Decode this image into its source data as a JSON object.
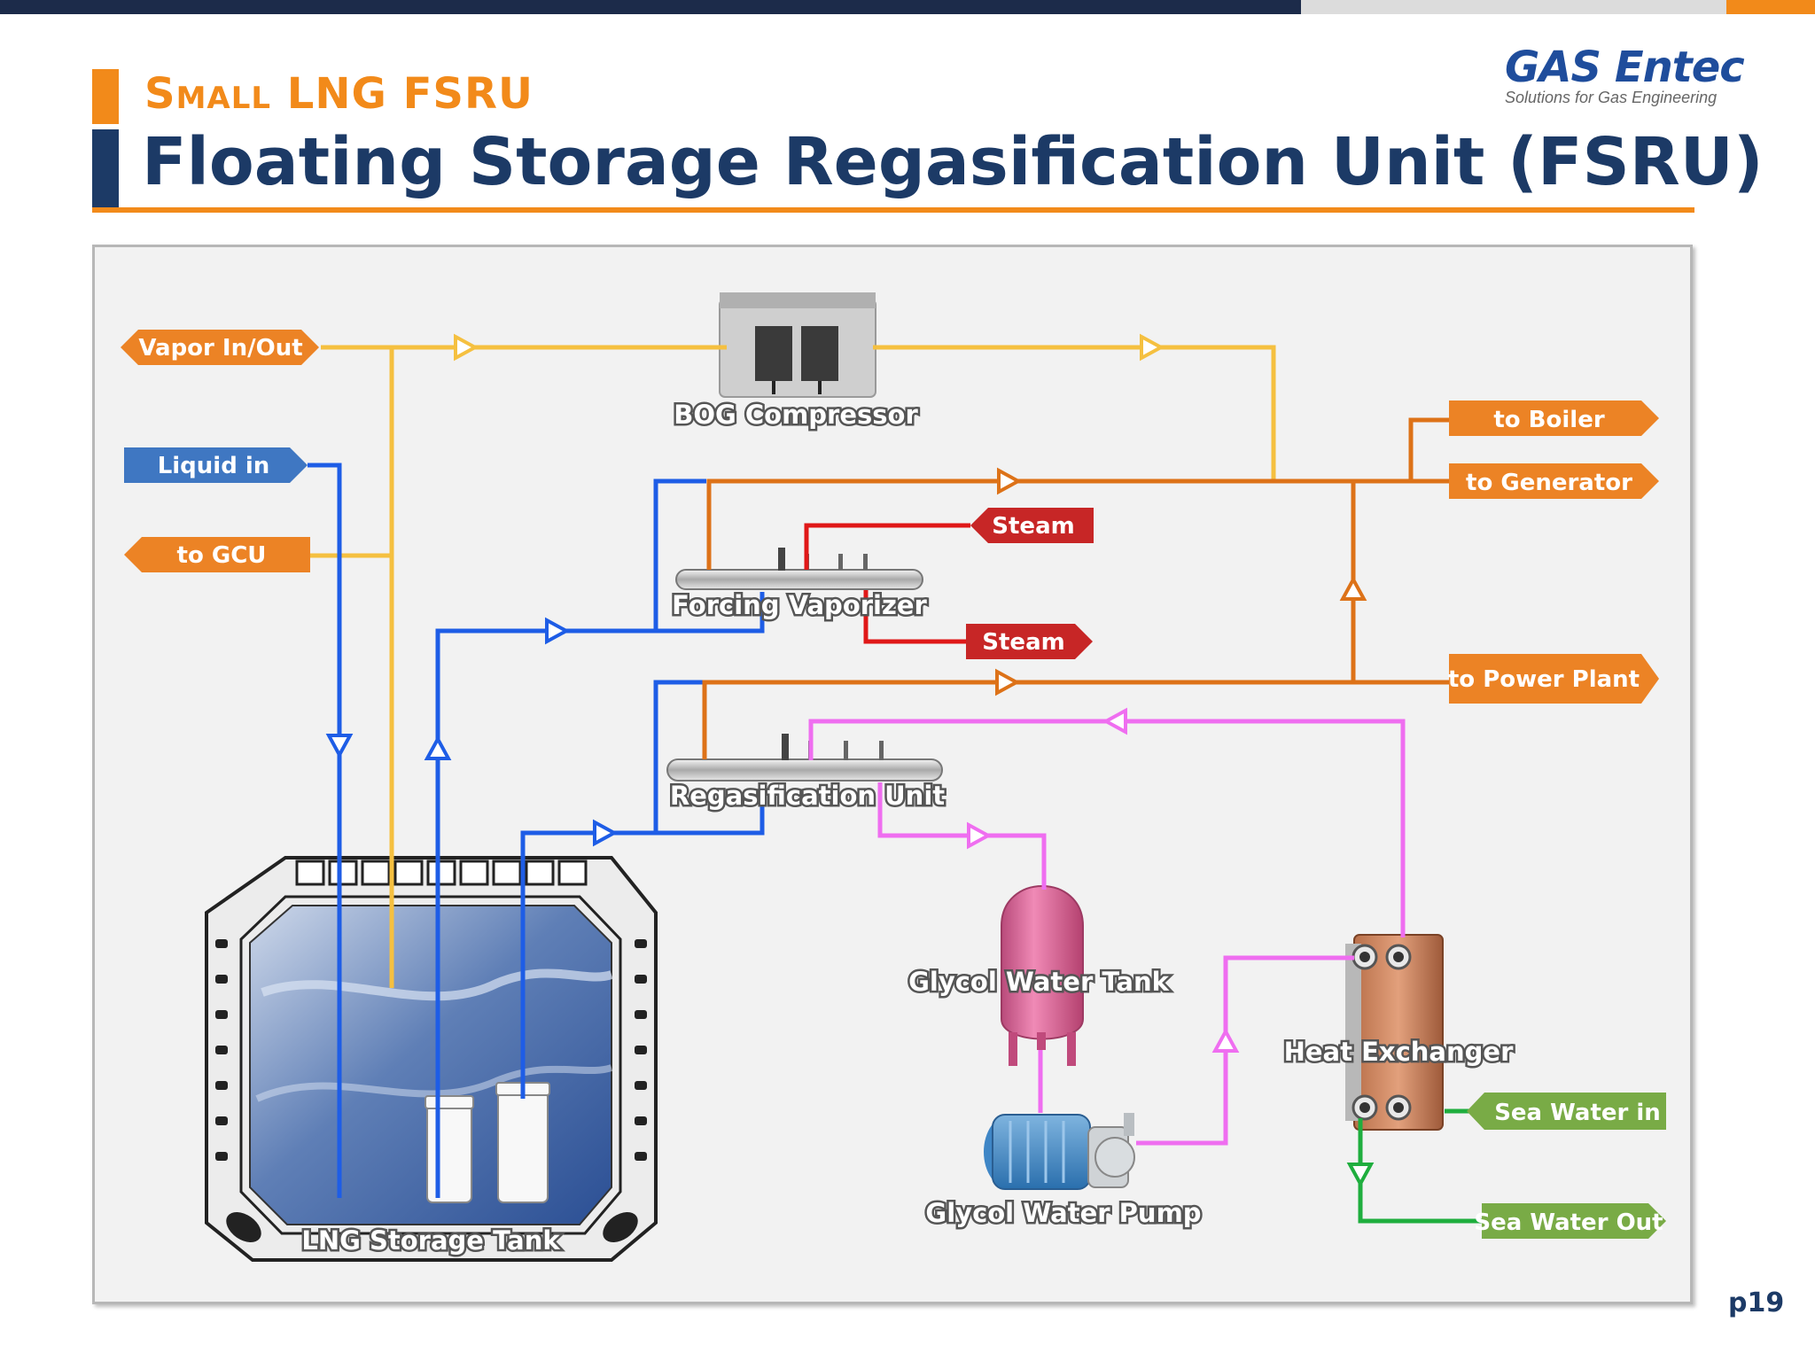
{
  "header": {
    "subtitle": "Small LNG FSRU",
    "title": "Floating Storage Regasification Unit (FSRU)",
    "logo_main": "GAS Entec",
    "logo_sub": "Solutions for Gas Engineering"
  },
  "page_number": "p19",
  "colors": {
    "navy": "#1c3a66",
    "orange": "#f28a1a",
    "vapor_line": "#f5c040",
    "liquid_line": "#1e5de6",
    "gas_line": "#dd7218",
    "steam_line": "#e01818",
    "glycol_line": "#ef6ef0",
    "seawater_line": "#1fae3e",
    "tag_orange": "#ec8325",
    "tag_blue": "#3f77c2",
    "tag_red": "#c72626",
    "tag_green": "#79ab46"
  },
  "equipment": {
    "bog_compressor": "BOG Compressor",
    "forcing_vaporizer": "Forcing Vaporizer",
    "regasification_unit": "Regasification Unit",
    "glycol_water_tank": "Glycol Water Tank",
    "glycol_water_pump": "Glycol Water Pump",
    "heat_exchanger": "Heat Exchanger",
    "lng_storage_tank": "LNG Storage Tank"
  },
  "tags": {
    "vapor_in_out": "Vapor In/Out",
    "liquid_in": "Liquid in",
    "to_gcu": "to GCU",
    "steam_in": "Steam",
    "steam_out": "Steam",
    "to_boiler": "to Boiler",
    "to_generator": "to Generator",
    "to_power_plant": "to Power Plant",
    "sea_water_in": "Sea Water in",
    "sea_water_out": "Sea Water Out"
  }
}
